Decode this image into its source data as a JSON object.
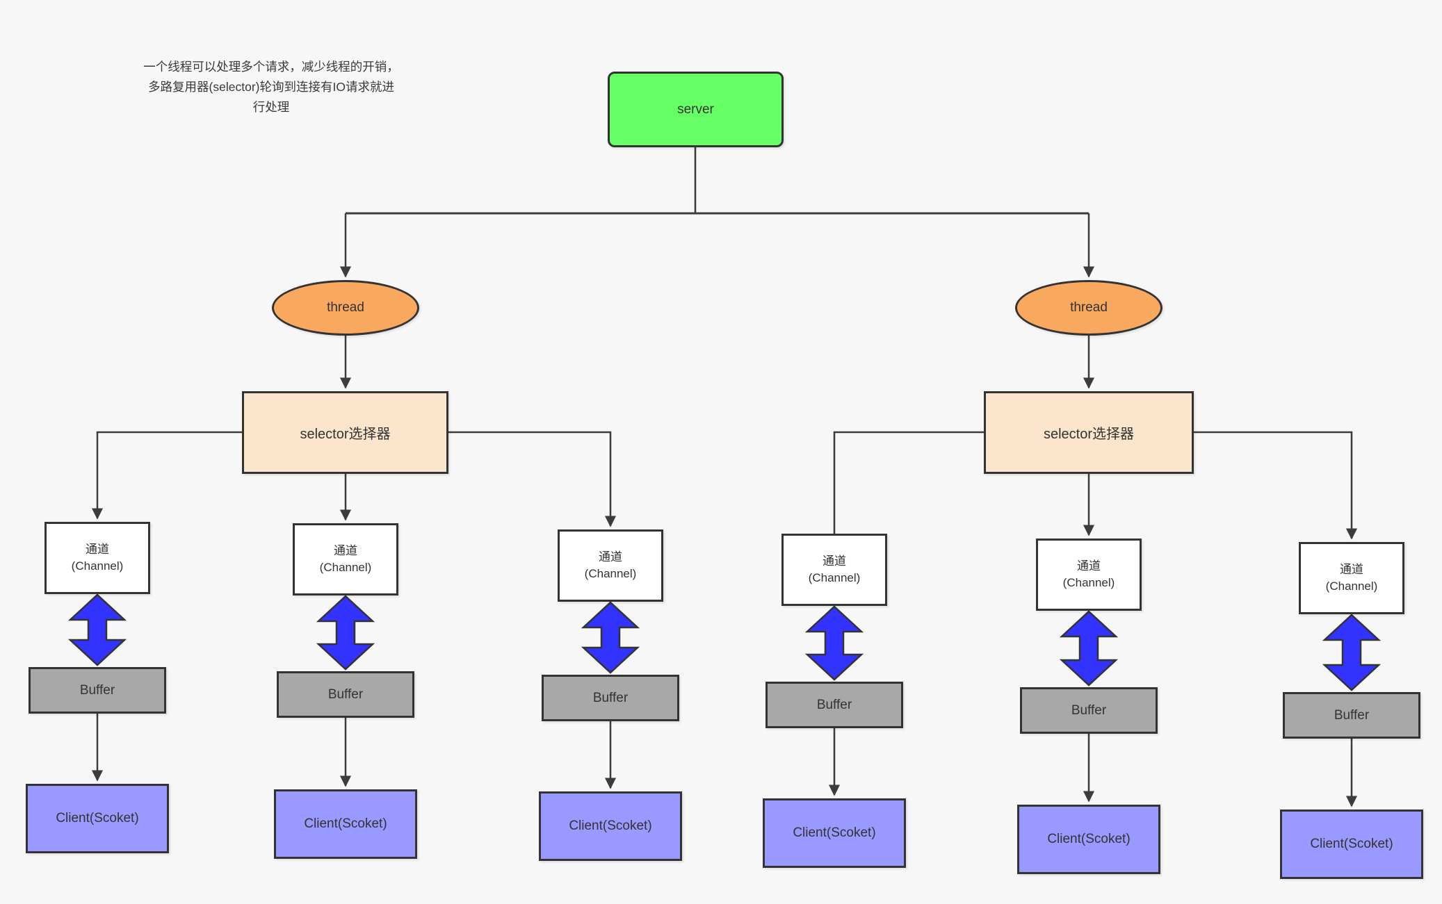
{
  "annotation": {
    "lines": [
      "一个线程可以处理多个请求，减少线程的开销，",
      "多路复用器(selector)轮询到连接有IO请求就进",
      "行处理"
    ]
  },
  "nodes": {
    "server": {
      "label": "server",
      "fill": "#66FF66"
    },
    "thread": {
      "label": "thread",
      "fill": "#F9A85F"
    },
    "selector": {
      "label": "selector选择器",
      "fill": "#FBE5CC"
    },
    "channel": {
      "label_zh": "通道",
      "label_en": "(Channel)",
      "fill": "#FFFFFF"
    },
    "buffer": {
      "label": "Buffer",
      "fill": "#A8A8A8"
    },
    "client": {
      "label": "Client(Scoket)",
      "fill": "#9999FF"
    }
  },
  "colors": {
    "background": "#F7F7F7",
    "connector_line": "#3C3C3C",
    "shape_border": "#333333",
    "double_arrow_fill": "#3333FF"
  }
}
